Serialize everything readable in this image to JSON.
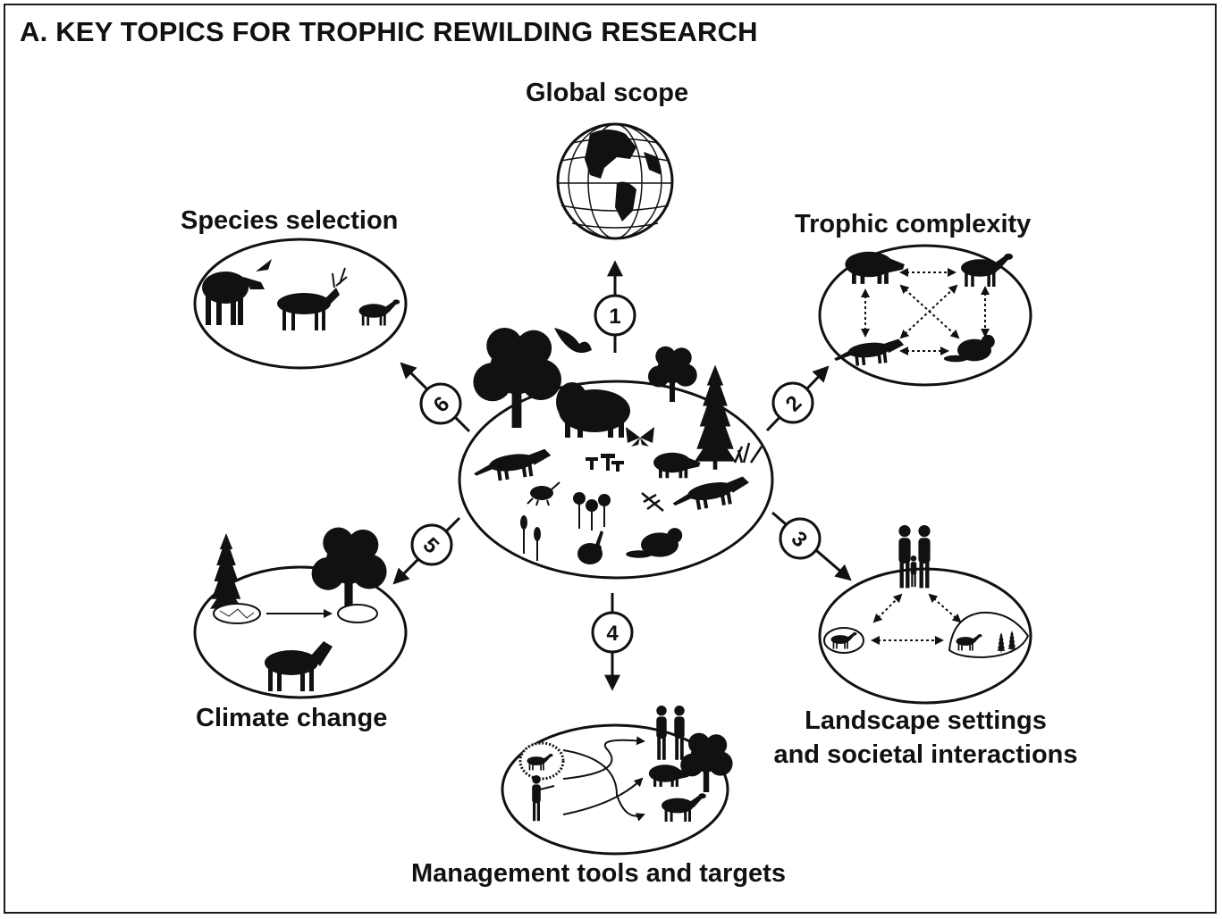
{
  "title": "A. KEY TOPICS FOR TROPHIC REWILDING RESEARCH",
  "topics": [
    {
      "number": "1",
      "label": "Global scope"
    },
    {
      "number": "2",
      "label": "Trophic complexity"
    },
    {
      "number": "3",
      "label_line1": "Landscape settings",
      "label_line2": "and societal interactions"
    },
    {
      "number": "4",
      "label": "Management tools and targets"
    },
    {
      "number": "5",
      "label": "Climate change"
    },
    {
      "number": "6",
      "label": "Species selection"
    }
  ],
  "colors": {
    "ink": "#111111",
    "background": "#ffffff"
  },
  "icons": [
    "globe-icon",
    "moose-icon",
    "deer-icon",
    "bison-icon",
    "wolf-icon",
    "boar-icon",
    "beaver-icon",
    "hare-icon",
    "tree-icon",
    "conifer-icon",
    "butterfly-icon",
    "mushroom-icon",
    "eagle-icon",
    "horse-icon",
    "people-icon",
    "hunter-icon"
  ]
}
